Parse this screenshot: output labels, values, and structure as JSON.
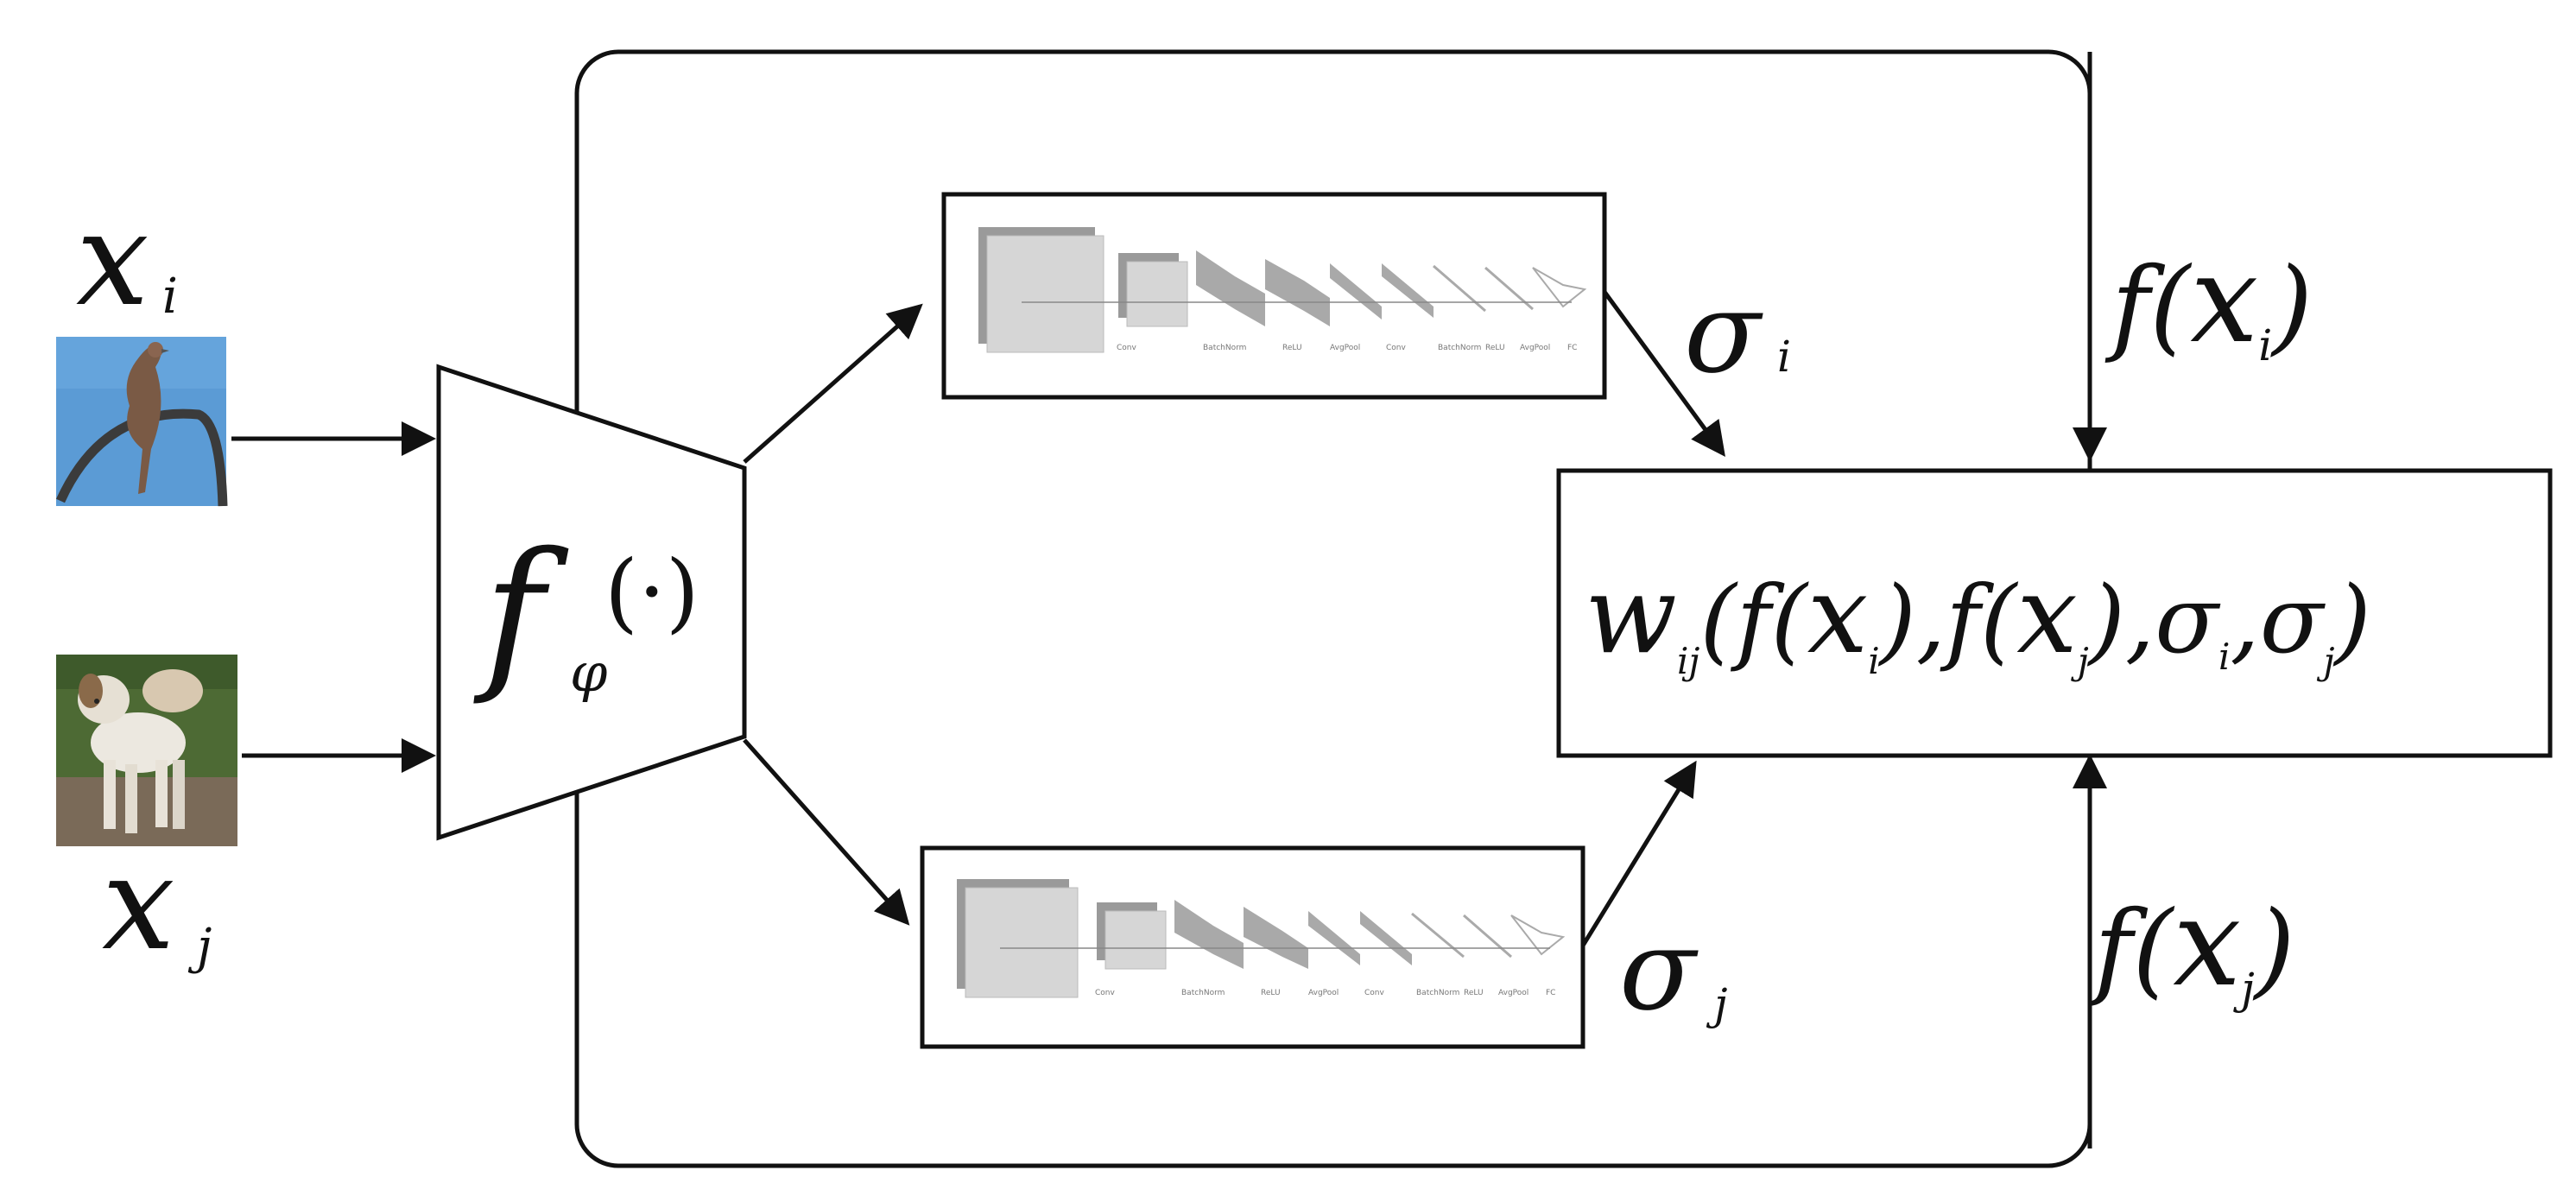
{
  "inputs": {
    "xi_symbol": "x",
    "xi_subscript": "i",
    "xj_symbol": "x",
    "xj_subscript": "j"
  },
  "encoder": {
    "symbol": "f",
    "subscript": "φ",
    "argument": "(·)"
  },
  "uncertainty": {
    "sigma_i_symbol": "σ",
    "sigma_i_subscript": "i",
    "sigma_j_symbol": "σ",
    "sigma_j_subscript": "j"
  },
  "features": {
    "fxi_open": "f(",
    "fxi_x": "x",
    "fxi_sub": "i",
    "fxi_close": ")",
    "fxj_open": "f(",
    "fxj_x": "x",
    "fxj_sub": "j",
    "fxj_close": ")"
  },
  "weight_box": {
    "w": "w",
    "w_sub": "ij",
    "p1": "(f(",
    "x1": "x",
    "x1_sub": "i",
    "p2": "),f(",
    "x2": "x",
    "x2_sub": "j",
    "p3": "),",
    "s1": "σ",
    "s1_sub": "i",
    "p4": ",",
    "s2": "σ",
    "s2_sub": "j",
    "p5": ")"
  },
  "network_thumbnail_labels": [
    "Conv",
    "BatchNorm",
    "ReLU",
    "AvgPool",
    "Conv",
    "BatchNorm",
    "ReLU",
    "AvgPool",
    "FC"
  ],
  "colors": {
    "stroke": "#111111",
    "sky": "#5b9bd5",
    "grass": "#5e7a3a"
  }
}
